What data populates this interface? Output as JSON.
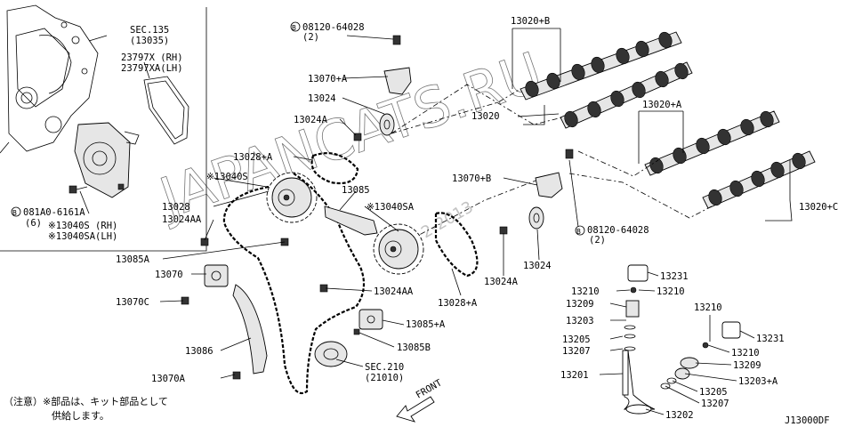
{
  "diagram": {
    "watermark": "JAPANCATS.RU",
    "watermark_small": "2-2013",
    "diagram_id": "J13000DF",
    "front_label": "FRONT",
    "note": [
      "（注意）※部品は、キット部品として",
      "供給します。"
    ],
    "inset_labels": {
      "sec135": "SEC.135",
      "sec135_num": "(13035)",
      "p23797x": "23797X  (RH)",
      "p23797xa": "23797XA(LH)",
      "bolt_081a0": "081A0-6161A",
      "bolt_081a0_qty": "(6)",
      "p13040s_rh": "※13040S  (RH)",
      "p13040sa_lh": "※13040SA(LH)"
    },
    "labels": {
      "bolt_08120_top": "08120-64028",
      "bolt_08120_top_qty": "(2)",
      "p13070a": "13070+A",
      "p13024": "13024",
      "p13024a_top": "13024A",
      "p13028a": "13028+A",
      "p13040s": "※13040S",
      "p13028": "13028",
      "p13024aa_left": "13024AA",
      "p13085a": "13085A",
      "p13070": "13070",
      "p13070c": "13070C",
      "p13086": "13086",
      "p13070a_bottom": "13070A",
      "p13085": "13085",
      "p13040sa": "※13040SA",
      "p13024aa_mid": "13024AA",
      "p13085a_plus": "13085+A",
      "p13085b": "13085B",
      "sec210": "SEC.210",
      "sec210_num": "(21010)",
      "p13028a_bottom": "13028+A",
      "p13024a_bottom": "13024A",
      "p13024_right": "13024",
      "p13070b": "13070+B",
      "bolt_08120_right": "08120-64028",
      "bolt_08120_right_qty": "(2)",
      "p13020b": "13020+B",
      "p13020": "13020",
      "p13020a": "13020+A",
      "p13020c": "13020+C",
      "p13231_left": "13231",
      "p13210_l1": "13210",
      "p13210_l2": "13210",
      "p13209_left": "13209",
      "p13203": "13203",
      "p13205_left": "13205",
      "p13207_left": "13207",
      "p13201": "13201",
      "p13210_r1": "13210",
      "p13231_right": "13231",
      "p13210_r2": "13210",
      "p13209_right": "13209",
      "p13203a": "13203+A",
      "p13205_right": "13205",
      "p13207_right": "13207",
      "p13202": "13202"
    },
    "bolt_marker": "B"
  }
}
